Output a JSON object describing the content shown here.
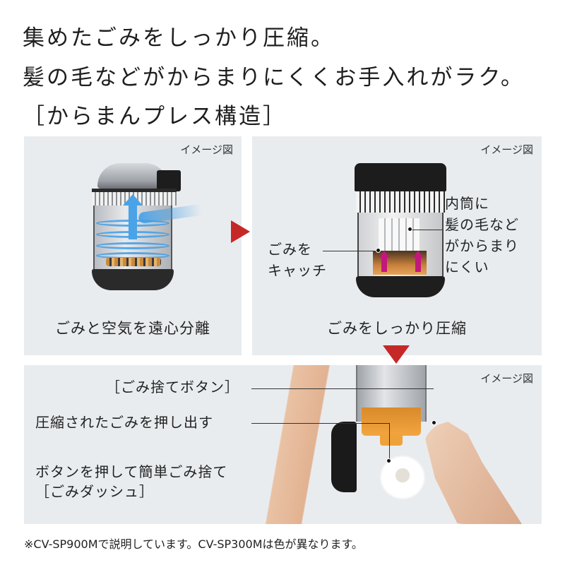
{
  "headline": {
    "line1": "集めたごみをしっかり圧縮。",
    "line2": "髪の毛などがからまりにくくお手入れがラク。",
    "line3": "［からまんプレス構造］"
  },
  "panels": {
    "left": {
      "image_label": "イメージ図",
      "caption": "ごみと空気を遠心分離"
    },
    "right": {
      "image_label": "イメージ図",
      "caption": "ごみをしっかり圧縮",
      "callout_left": [
        "ごみを",
        "キャッチ"
      ],
      "callout_right": [
        "内筒に",
        "髪の毛など",
        "がからまり",
        "にくい"
      ]
    },
    "bottom": {
      "image_label": "イメージ図",
      "callouts": {
        "button": "［ごみ捨てボタン］",
        "push_out": "圧縮されたごみを押し出す",
        "easy_dump": "ボタンを押して簡単ごみ捨て",
        "dash": "［ごみダッシュ］"
      }
    }
  },
  "footnote": "※CV-SP900Mで説明しています。CV-SP300Mは色が異なります。",
  "icons": {
    "step_arrow_right": "red-triangle-right",
    "step_arrow_down": "red-triangle-down"
  },
  "colors": {
    "panel_bg": "#e9ecef",
    "arrow_red": "#c62828",
    "airflow_blue": "#3f9ee8",
    "compress_magenta": "#c2187c",
    "text": "#222222"
  }
}
